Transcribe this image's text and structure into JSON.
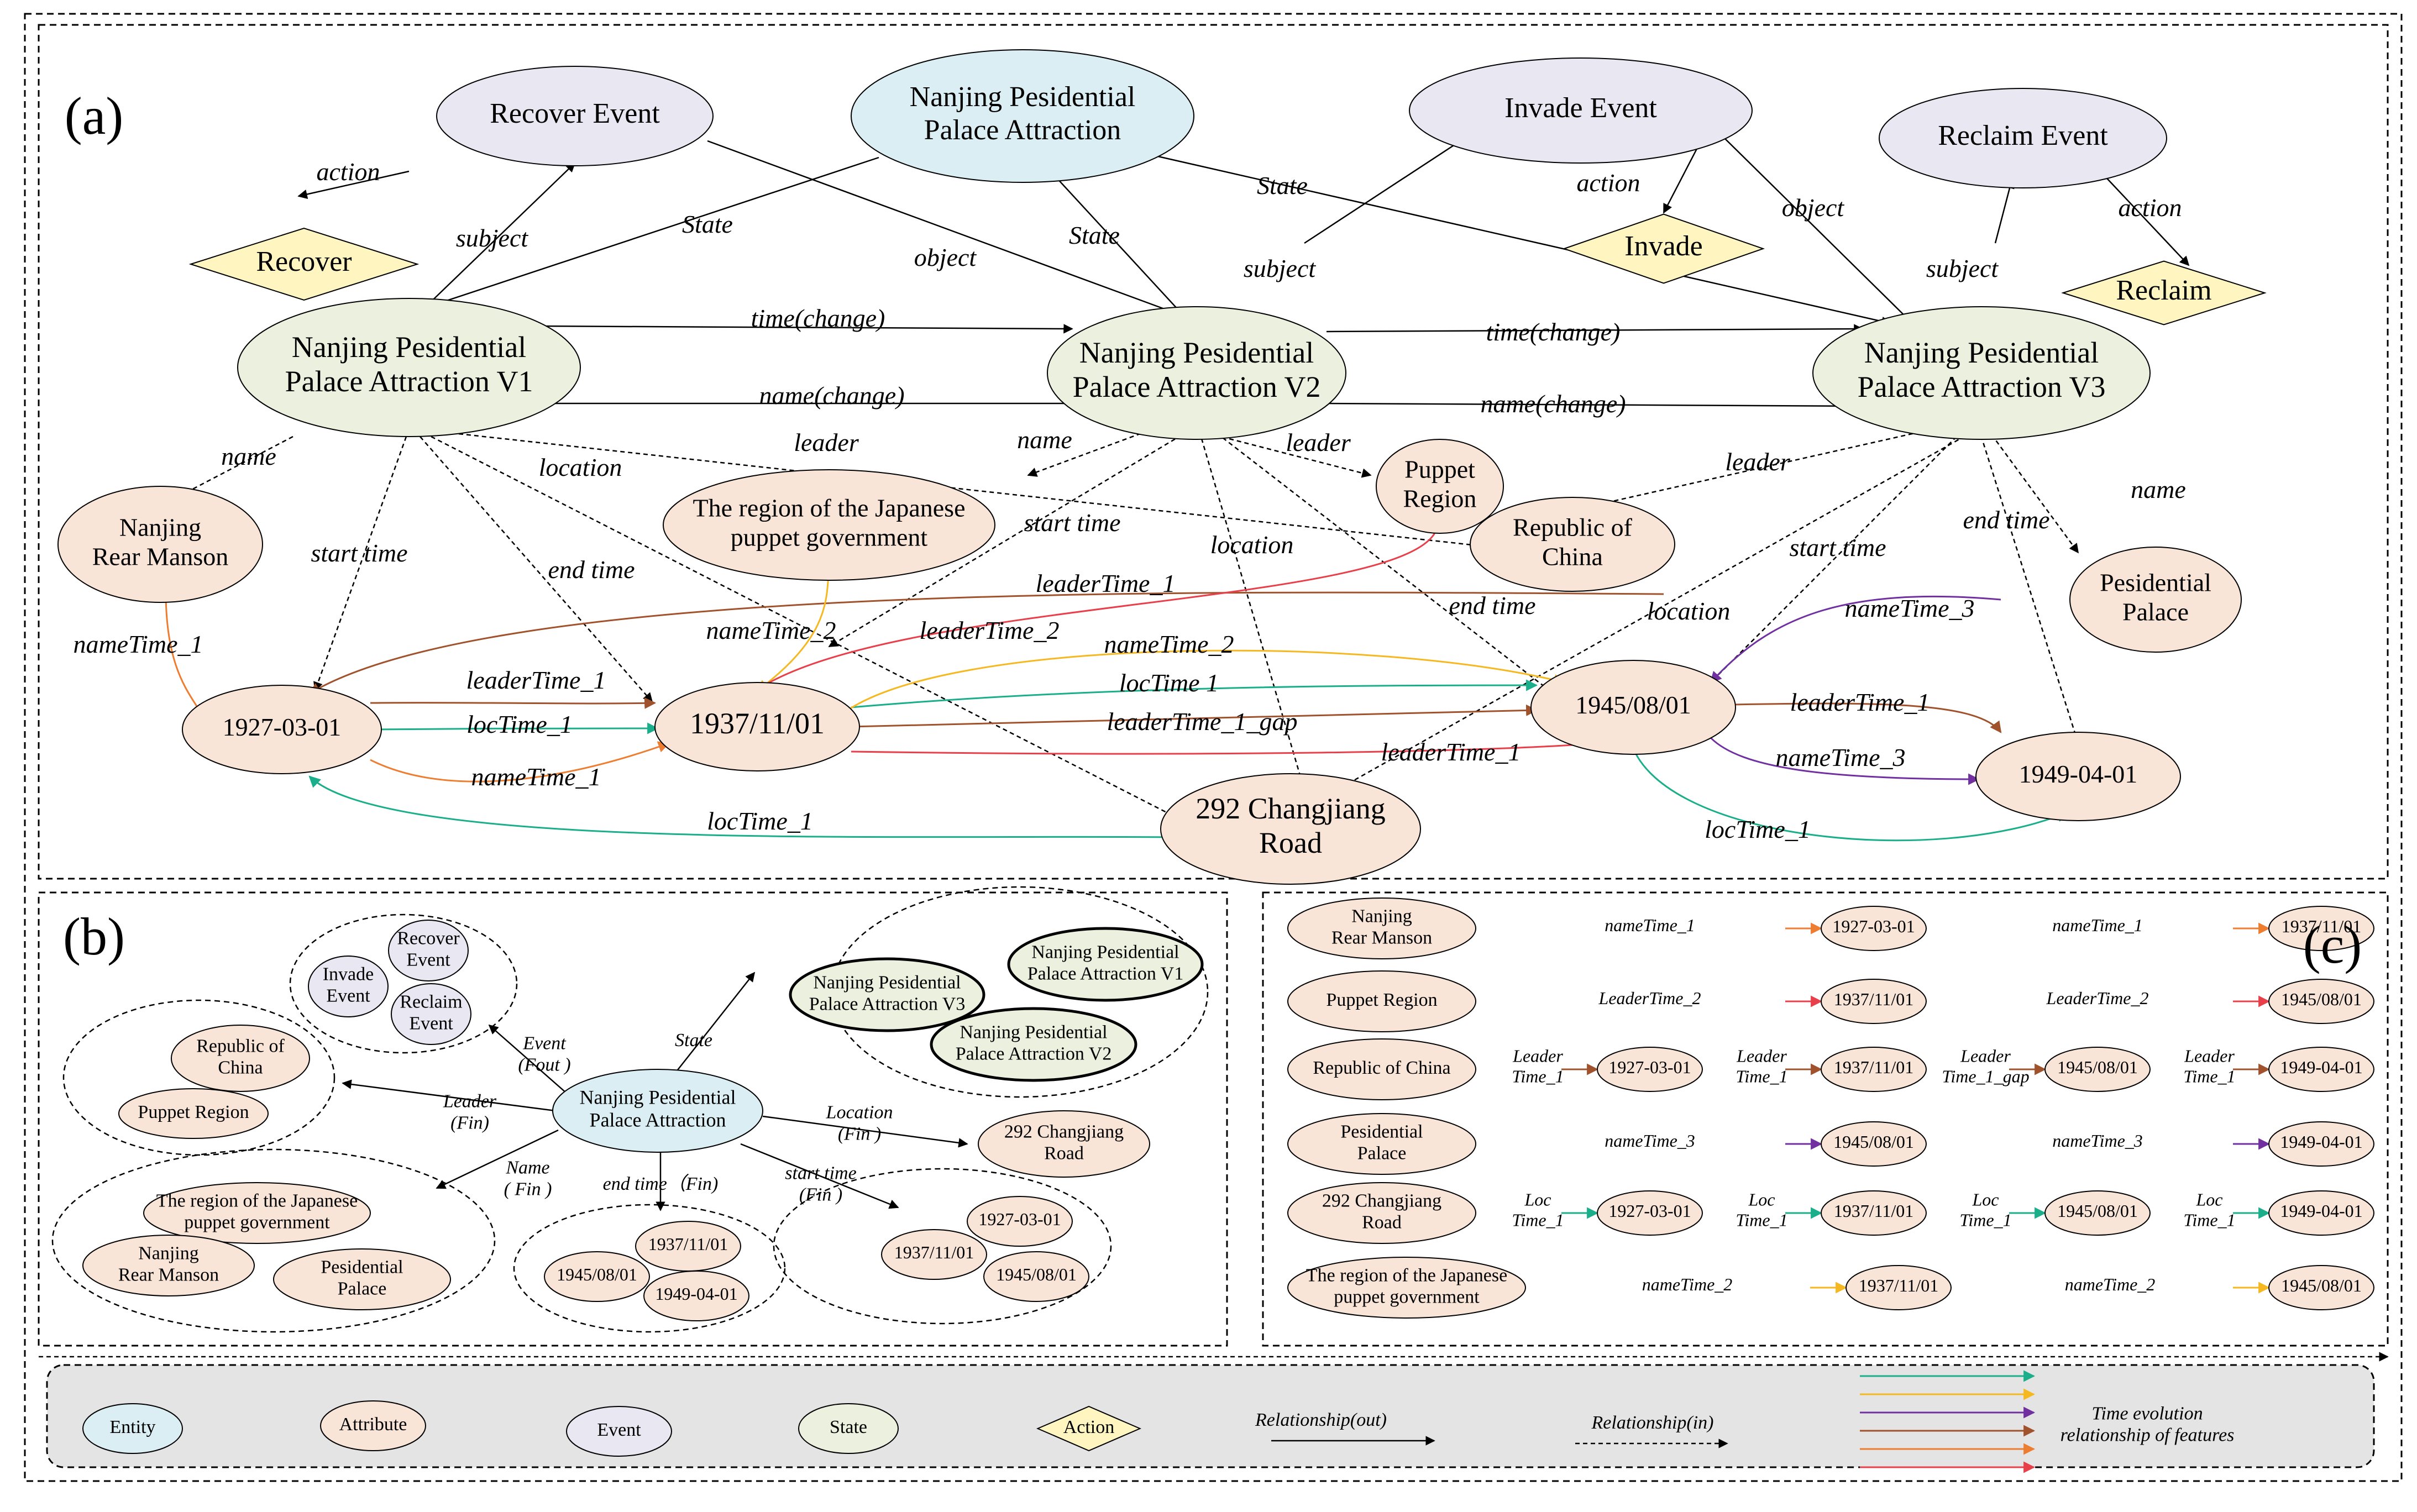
{
  "colors": {
    "entity": "#daeef3",
    "attribute": "#f9e5d8",
    "event": "#e9e7f2",
    "state": "#ebf1de",
    "action": "#fff5c0",
    "teal": "#1aae8a",
    "yellow": "#f5b820",
    "purple": "#7030a0",
    "brown": "#a0522d",
    "orange": "#ed7d31",
    "red": "#e8404a",
    "legend_bg": "#e4e4e4"
  },
  "panel_a": {
    "label": "(a)",
    "nodes": {
      "recover_event": "Recover Event",
      "invade_event": "Invade Event",
      "reclaim_event": "Reclaim Event",
      "entity": [
        "Nanjing Pesidential",
        "Palace Attraction"
      ],
      "recover": "Recover",
      "invade": "Invade",
      "reclaim": "Reclaim",
      "v1": [
        "Nanjing Pesidential",
        "Palace Attraction V1"
      ],
      "v2": [
        "Nanjing Pesidential",
        "Palace Attraction V2"
      ],
      "v3": [
        "Nanjing Pesidential",
        "Palace Attraction V3"
      ],
      "rear_manson": [
        "Nanjing",
        "Rear Manson"
      ],
      "japanese_region": [
        "The region of the Japanese",
        "puppet government"
      ],
      "puppet_region": [
        "Puppet",
        "Region"
      ],
      "republic": [
        "Republic of",
        "China"
      ],
      "pesidential_palace": [
        "Pesidential",
        "Palace"
      ],
      "d1927": "1927-03-01",
      "d1937": "1937/11/01",
      "d1945": "1945/08/01",
      "d1949": "1949-04-01",
      "changjiang": [
        "292 Changjiang",
        "Road"
      ]
    },
    "edges": {
      "action": "action",
      "subject": "subject",
      "object": "object",
      "state": "State",
      "time_change": "time(change)",
      "name_change": "name(change)",
      "name": "name",
      "leader": "leader",
      "location": "location",
      "start_time": "start time",
      "end_time": "end time",
      "nameTime_1": "nameTime_1",
      "nameTime_2": "nameTime_2",
      "nameTime_3": "nameTime_3",
      "leaderTime_1": "leaderTime_1",
      "leaderTime_2": "leaderTime_2",
      "leaderTime_1_gap": "leaderTime_1_gap",
      "locTime_1": "locTime_1",
      "locTime_1_spaced": "locTime  1"
    }
  },
  "panel_b": {
    "label": "(b)",
    "center": [
      "Nanjing Pesidential",
      "Palace Attraction"
    ],
    "events": [
      [
        "Recover",
        "Event"
      ],
      [
        "Invade",
        "Event"
      ],
      [
        "Reclaim",
        "Event"
      ]
    ],
    "states": [
      [
        "Nanjing Pesidential",
        "Palace Attraction V1"
      ],
      [
        "Nanjing Pesidential",
        "Palace Attraction V3"
      ],
      [
        "Nanjing Pesidential",
        "Palace Attraction V2"
      ]
    ],
    "leaders": [
      [
        "Republic of",
        "China"
      ],
      "Puppet Region"
    ],
    "names": [
      [
        "The region of the Japanese",
        "puppet government"
      ],
      [
        "Nanjing",
        "Rear Manson"
      ],
      [
        "Pesidential",
        "Palace"
      ]
    ],
    "end_dates": [
      "1937/11/01",
      "1945/08/01",
      "1949-04-01"
    ],
    "start_dates": [
      "1927-03-01",
      "1937/11/01",
      "1945/08/01"
    ],
    "location": [
      "292 Changjiang",
      "Road"
    ],
    "edges": {
      "event": [
        "Event",
        "(Fout )"
      ],
      "state": "State",
      "leader": [
        "Leader",
        "(Fin)"
      ],
      "location": [
        "Location",
        "(Fin )"
      ],
      "name": [
        "Name",
        "( Fin )"
      ],
      "end_time": "end time（Fin)",
      "start_time": [
        "start time",
        "(Fin )"
      ]
    }
  },
  "panel_c": {
    "label": "(c)",
    "rows": [
      {
        "node": [
          "Nanjing",
          "Rear Manson"
        ],
        "items": [
          {
            "label": [
              "nameTime_1"
            ],
            "date": "1927-03-01"
          },
          {
            "label": [
              "nameTime_1"
            ],
            "date": "1937/11/01"
          }
        ]
      },
      {
        "node": [
          "Puppet Region"
        ],
        "items": [
          {
            "label": [
              "LeaderTime_2"
            ],
            "date": "1937/11/01"
          },
          {
            "label": [
              "LeaderTime_2"
            ],
            "date": "1945/08/01"
          }
        ]
      },
      {
        "node": [
          "Republic of China"
        ],
        "items": [
          {
            "label": [
              "Leader",
              "Time_1"
            ],
            "date": "1927-03-01"
          },
          {
            "label": [
              "Leader",
              "Time_1"
            ],
            "date": "1937/11/01"
          },
          {
            "label": [
              "Leader",
              "Time_1_gap"
            ],
            "date": "1945/08/01"
          },
          {
            "label": [
              "Leader",
              "Time_1"
            ],
            "date": "1949-04-01"
          }
        ]
      },
      {
        "node": [
          "Pesidential",
          "Palace"
        ],
        "items": [
          {
            "label": [
              "nameTime_3"
            ],
            "date": "1945/08/01"
          },
          {
            "label": [
              "nameTime_3"
            ],
            "date": "1949-04-01"
          }
        ]
      },
      {
        "node": [
          "292 Changjiang",
          "Road"
        ],
        "items": [
          {
            "label": [
              "Loc",
              "Time_1"
            ],
            "date": "1927-03-01"
          },
          {
            "label": [
              "Loc",
              "Time_1"
            ],
            "date": "1937/11/01"
          },
          {
            "label": [
              "Loc",
              "Time_1"
            ],
            "date": "1945/08/01"
          },
          {
            "label": [
              "Loc",
              "Time_1"
            ],
            "date": "1949-04-01"
          }
        ]
      },
      {
        "node": [
          "The region of the Japanese",
          "puppet government"
        ],
        "items": [
          {
            "label": [
              "nameTime_2"
            ],
            "date": "1937/11/01"
          },
          {
            "label": [
              "nameTime_2"
            ],
            "date": "1945/08/01"
          }
        ]
      }
    ]
  },
  "legend": {
    "entity": "Entity",
    "attribute": "Attribute",
    "event": "Event",
    "state": "State",
    "action": "Action",
    "rel_out": "Relationship(out)",
    "rel_in": "Relationship(in)",
    "time_evolution": [
      "Time evolution",
      "relationship of features"
    ]
  }
}
